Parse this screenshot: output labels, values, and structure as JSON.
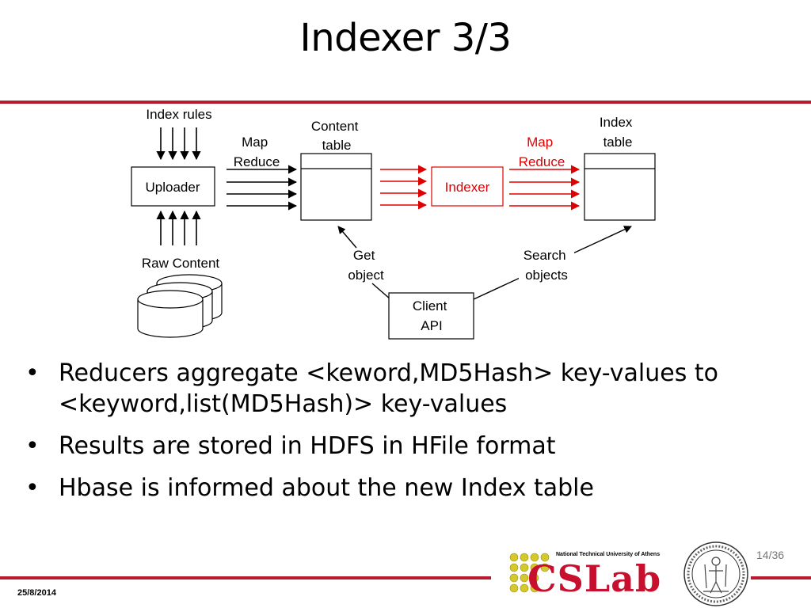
{
  "slide": {
    "title": "Indexer 3/3",
    "date": "25/8/2014",
    "page_number": "14/36",
    "accent_color": "#b71c2e"
  },
  "diagram": {
    "labels": {
      "index_rules": "Index rules",
      "raw_content": "Raw Content",
      "uploader": "Uploader",
      "map_reduce_1_line1": "Map",
      "map_reduce_1_line2": "Reduce",
      "content_table_line1": "Content",
      "content_table_line2": "table",
      "indexer": "Indexer",
      "map_reduce_2_line1": "Map",
      "map_reduce_2_line2": "Reduce",
      "index_table_line1": "Index",
      "index_table_line2": "table",
      "get_object_line1": "Get",
      "get_object_line2": "object",
      "search_objects_line1": "Search",
      "search_objects_line2": "objects",
      "client_api_line1": "Client",
      "client_api_line2": "API"
    },
    "highlight_color": "#e00000"
  },
  "bullets": [
    "Reducers aggregate <keword,MD5Hash> key-values to <keyword,list(MD5Hash)> key-values",
    "Results are stored in HDFS in HFile format",
    "Hbase is informed about the new Index table"
  ],
  "bullet_symbol": "•",
  "logo": {
    "institution": "National Technical University of Athens",
    "lab": "CSLab"
  }
}
